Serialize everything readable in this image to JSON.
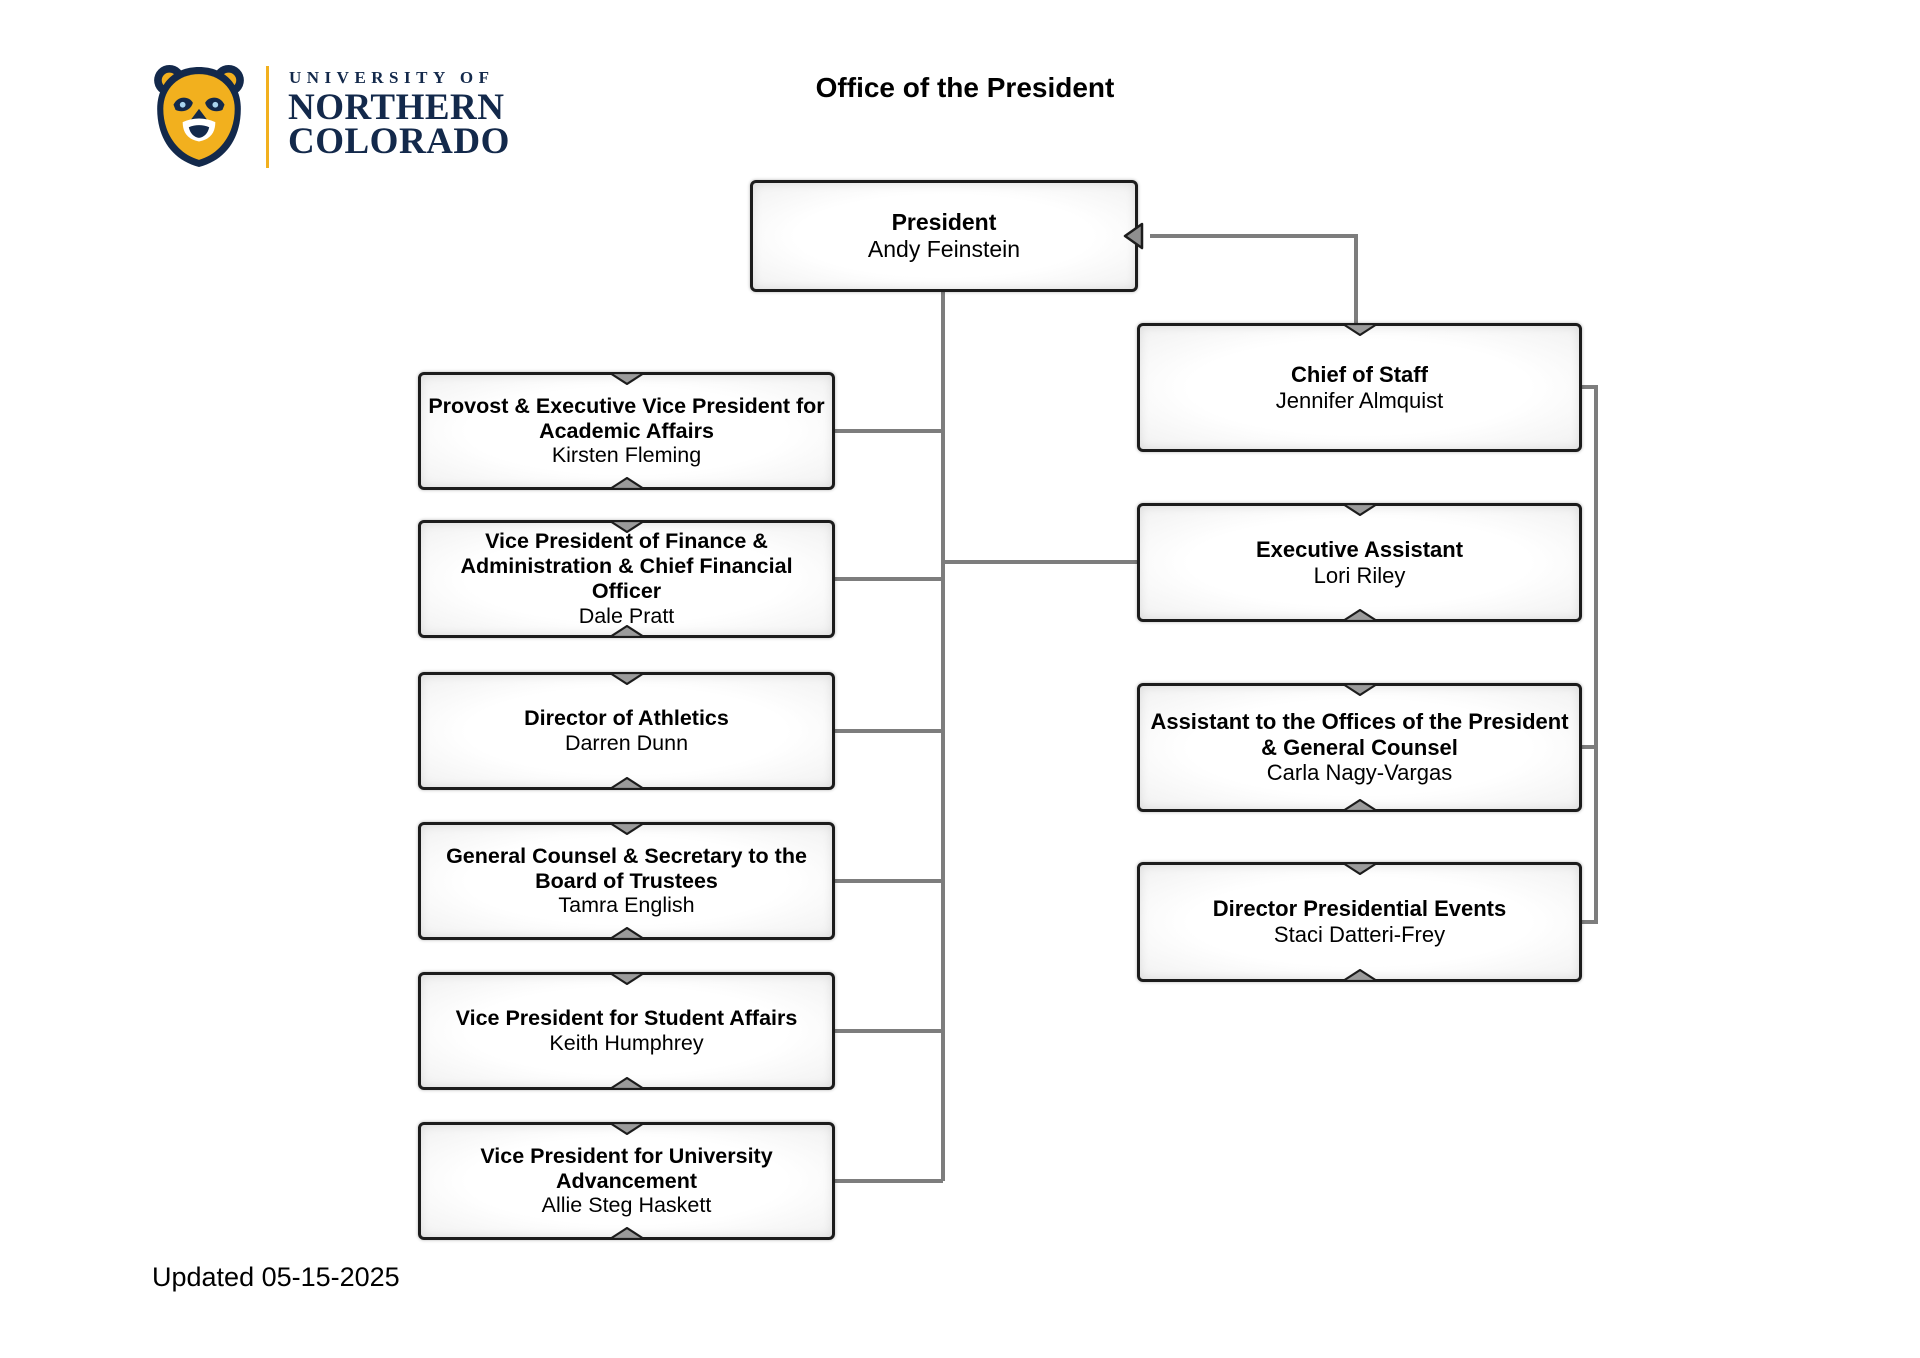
{
  "logo": {
    "university_of": "UNIVERSITY OF",
    "line1": "NORTHERN",
    "line2": "COLORADO"
  },
  "header": {
    "title": "Office of the President"
  },
  "footer": {
    "updated": "Updated 05-15-2025"
  },
  "icons": {
    "bear": "unc-bear-head",
    "notch_top": "chevron-down-connector",
    "notch_bottom": "chevron-up-connector",
    "president_arrow": "arrow-left-connector"
  },
  "colors": {
    "navy": "#13294b",
    "gold": "#f2b01e",
    "box_border": "#1c1c1c",
    "connector_gray": "#7d7d7d",
    "eye_blue": "#a8d4ef"
  },
  "chart": {
    "root": {
      "title": "President",
      "name": "Andy Feinstein"
    },
    "left_reports": [
      {
        "title": "Provost & Executive Vice President for Academic Affairs",
        "name": "Kirsten Fleming"
      },
      {
        "title": "Vice President of Finance & Administration & Chief Financial Officer",
        "name": "Dale Pratt"
      },
      {
        "title": "Director of Athletics",
        "name": "Darren Dunn"
      },
      {
        "title": "General Counsel & Secretary to the Board of Trustees",
        "name": "Tamra English"
      },
      {
        "title": "Vice President for Student Affairs",
        "name": "Keith Humphrey"
      },
      {
        "title": "Vice President for University Advancement",
        "name": "Allie Steg Haskett"
      }
    ],
    "right_reports": [
      {
        "title": "Chief of Staff",
        "name": "Jennifer Almquist"
      },
      {
        "title": "Executive Assistant",
        "name": "Lori Riley"
      },
      {
        "title": "Assistant to the Offices of the President & General Counsel",
        "name": "Carla Nagy-Vargas"
      },
      {
        "title": "Director Presidential Events",
        "name": "Staci Datteri-Frey"
      }
    ]
  }
}
